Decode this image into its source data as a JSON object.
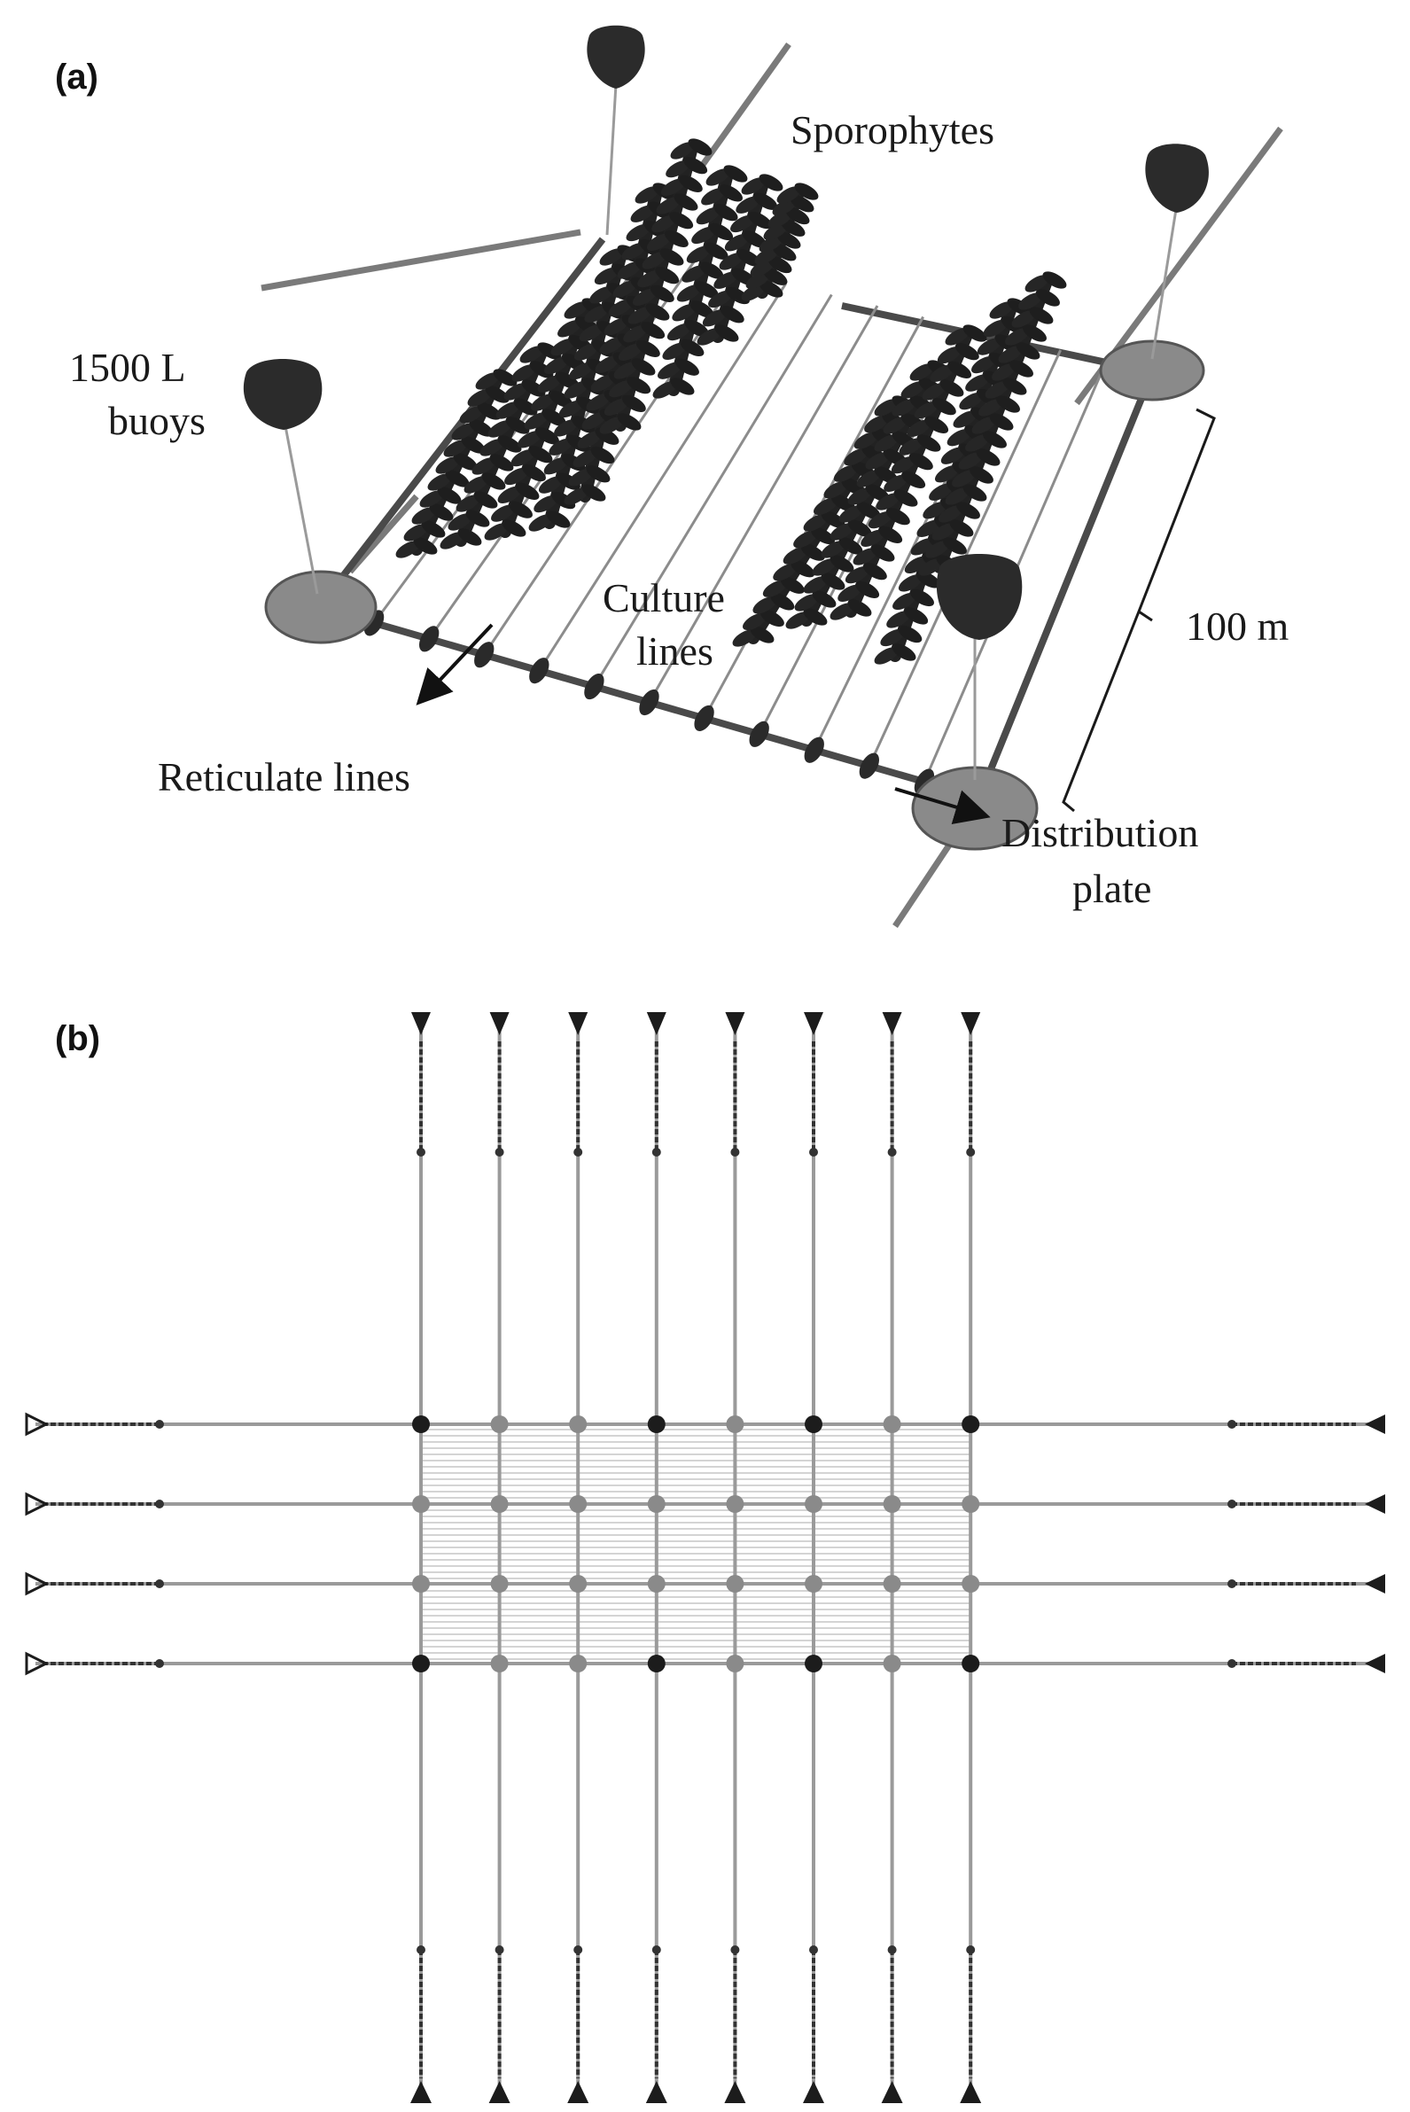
{
  "panel_a": {
    "tag": "(a)",
    "labels": {
      "sporophytes": "Sporophytes",
      "buoys_line1": "1500 L",
      "buoys_line2": "buoys",
      "culture_line1": "Culture",
      "culture_line2": "lines",
      "scale": "100 m",
      "reticulate": "Reticulate lines",
      "distribution_line1": "Distribution",
      "distribution_line2": "plate"
    }
  },
  "panel_b": {
    "tag": "(b)",
    "vertical_lines": 8,
    "horizontal_lines": 4
  },
  "colors": {
    "dark": "#1c1c1c",
    "plate": "#8a8a8a",
    "line": "#9a9a9a",
    "culture_fill": "#d4d4d4"
  }
}
